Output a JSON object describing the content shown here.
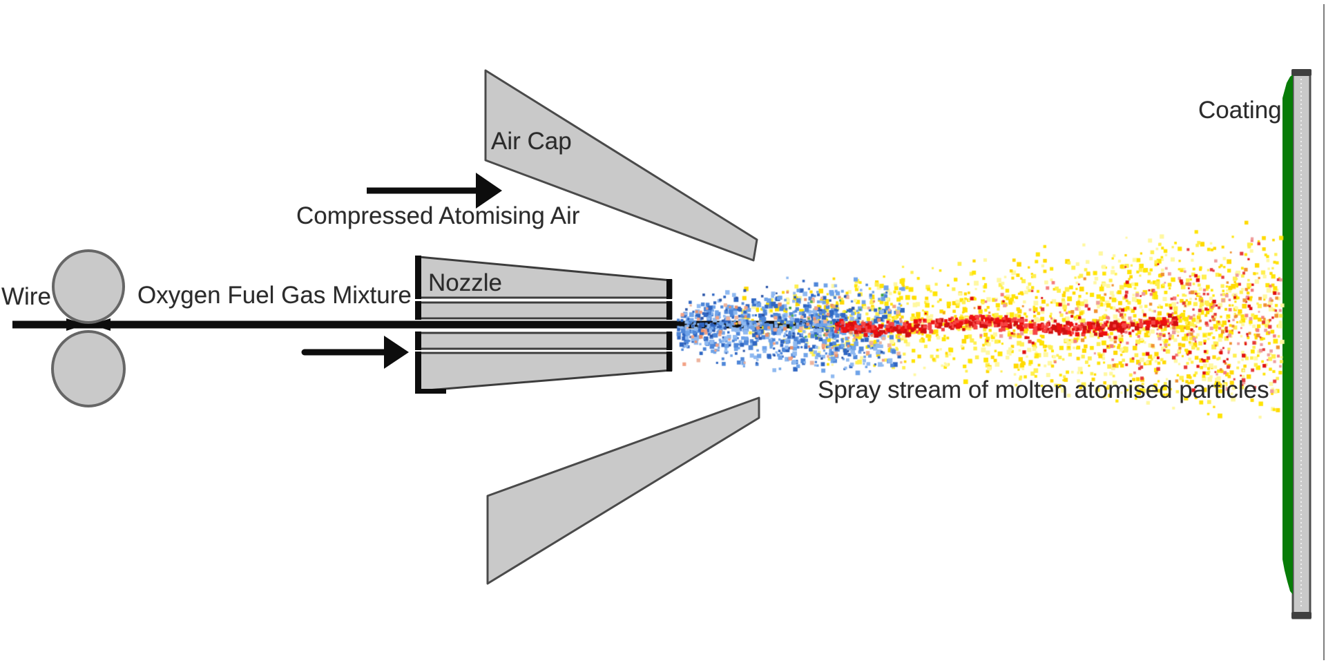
{
  "labels": {
    "wire": "Wire",
    "oxygen_fuel_gas": "Oxygen Fuel Gas Mixture",
    "compressed_air": "Compressed Atomising Air",
    "air_cap": "Air Cap",
    "nozzle": "Nozzle",
    "spray_stream": "Spray stream of molten atomised particles",
    "coating": "Coating"
  },
  "colors": {
    "background": "#FFFFFF",
    "metal_fill": "#C9C9C9",
    "metal_stroke": "#4A4A4A",
    "ink_black": "#0D0D0D",
    "text": "#2B2B2B",
    "coating_green": "#077C07",
    "frame_line": "#7D7D7D"
  },
  "spray": {
    "seed": 1337,
    "regions": {
      "yellow": {
        "count": 1550,
        "colors": [
          "#FFE405",
          "#FFEF4E",
          "#FFD900",
          "#FFF8A0"
        ]
      },
      "blue": {
        "count": 980,
        "colors": [
          "#4E86D8",
          "#6FA3E8",
          "#2F66C2",
          "#8FB9F0"
        ]
      },
      "blue_dark": {
        "count": 60,
        "colors": [
          "#2B55A8"
        ]
      },
      "salmon": {
        "count": 110,
        "colors": [
          "#F2A285",
          "#EDB49E",
          "#E8906B"
        ]
      },
      "green_dots": {
        "count": 20,
        "colors": [
          "#3FA33F",
          "#57B357"
        ]
      },
      "red_band": {
        "count": 460,
        "colors": [
          "#EE1010",
          "#D01010",
          "#F64545"
        ]
      },
      "red_scatter": {
        "count": 380,
        "colors": [
          "#E63A3A",
          "#F47C7C",
          "#EE9C9C",
          "#E01010",
          "#F09030"
        ]
      }
    }
  }
}
